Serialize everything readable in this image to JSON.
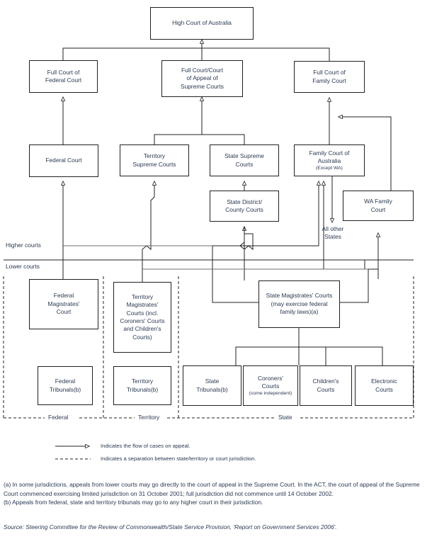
{
  "diagram": {
    "title": "Australian court hierarchy",
    "colors": {
      "line": "#231f20",
      "text": "#2b3a52",
      "background": "#ffffff"
    },
    "boxes": [
      {
        "id": "high-court",
        "lines": [
          "High Court of Australia"
        ],
        "sub": ""
      },
      {
        "id": "full-court-federal",
        "lines": [
          "Full Court of",
          "Federal Court"
        ],
        "sub": ""
      },
      {
        "id": "full-court-appeal-supreme",
        "lines": [
          "Full Court/Court",
          "of Appeal of",
          "Supreme Courts"
        ],
        "sub": ""
      },
      {
        "id": "full-court-family",
        "lines": [
          "Full Court of",
          "Family Court"
        ],
        "sub": ""
      },
      {
        "id": "federal-court",
        "lines": [
          "Federal Court"
        ],
        "sub": ""
      },
      {
        "id": "territory-supreme-courts",
        "lines": [
          "Territory",
          "Supreme Courts"
        ],
        "sub": ""
      },
      {
        "id": "state-supreme-courts",
        "lines": [
          "State Supreme",
          "Courts"
        ],
        "sub": ""
      },
      {
        "id": "family-court-australia",
        "lines": [
          "Family Court of",
          "Australia"
        ],
        "sub": "(Except WA)"
      },
      {
        "id": "state-district-county-courts",
        "lines": [
          "State District/",
          "County Courts"
        ],
        "sub": ""
      },
      {
        "id": "wa-family-court",
        "lines": [
          "WA Family",
          "Court"
        ],
        "sub": ""
      },
      {
        "id": "federal-magistrates-court",
        "lines": [
          "Federal",
          "Magistrates'",
          "Court"
        ],
        "sub": ""
      },
      {
        "id": "territory-magistrates-courts",
        "lines": [
          "Territory",
          "Magistrates'",
          "Courts (incl.",
          "Coroners' Courts",
          "and Children's",
          "Courts)"
        ],
        "sub": ""
      },
      {
        "id": "state-magistrates-courts",
        "lines": [
          "State Magistrates' Courts",
          "(may exercise federal",
          "family laws)(a)"
        ],
        "sub": ""
      },
      {
        "id": "federal-tribunals",
        "lines": [
          "Federal",
          "Tribunals(b)"
        ],
        "sub": ""
      },
      {
        "id": "territory-tribunals",
        "lines": [
          "Territory",
          "Tribunals(b)"
        ],
        "sub": ""
      },
      {
        "id": "state-tribunals",
        "lines": [
          "State",
          "Tribunals(b)"
        ],
        "sub": ""
      },
      {
        "id": "coroners-courts",
        "lines": [
          "Coroners'",
          "Courts"
        ],
        "sub": "(some independent)"
      },
      {
        "id": "childrens-courts",
        "lines": [
          "Children's",
          "Courts"
        ],
        "sub": ""
      },
      {
        "id": "electronic-courts",
        "lines": [
          "Electronic",
          "Courts"
        ],
        "sub": ""
      }
    ],
    "axis_labels": {
      "higher_courts": "Higher courts",
      "lower_courts": "Lower courts"
    },
    "free_labels": {
      "all_other_states": "All other\nStates"
    },
    "jurisdiction_labels": {
      "federal": "Federal",
      "territory": "Territory",
      "state": "State"
    },
    "legend": [
      {
        "symbol": "arrow",
        "text": "Indicates the flow of cases on appeal."
      },
      {
        "symbol": "dashed",
        "text": "Indicates a separation between state/territory or court jurisdiction."
      }
    ],
    "notes": [
      "(a) In some jurisdictions, appeals from lower courts may go directly to the court of appeal in the Supreme Court. In the ACT, the court of appeal of the Supreme Court commenced exercising limited jurisdiction on 31 October 2001; full jurisdiction did not commence until 14 October 2002.",
      "(b) Appeals from federal, state and territory tribunals may go to any higher court in their jurisdiction."
    ],
    "source": "Source: Steering Committee for the Review of Commonwealth/State Service Provision, 'Report on Government Services 2006'."
  }
}
